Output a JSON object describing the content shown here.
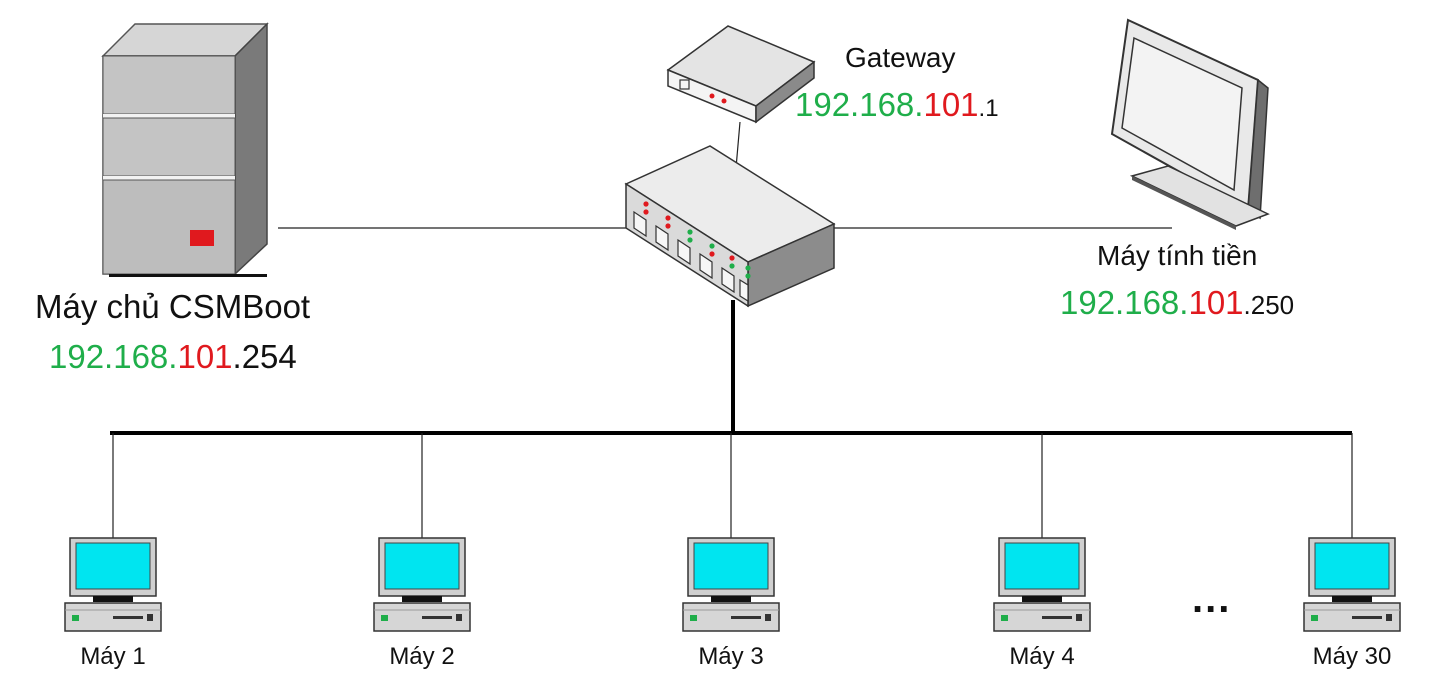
{
  "colors": {
    "network_part": "#1fae4a",
    "subnet_part": "#e0191e",
    "host_part": "#111111",
    "client_screen": "#00e5f0",
    "server_led": "#e0191e"
  },
  "server": {
    "icon": "server-tower-icon",
    "name": "Máy chủ CSMBoot",
    "ip": {
      "net": "192.168.",
      "sub": "101",
      "host": ".254"
    }
  },
  "gateway": {
    "icon": "router-icon",
    "name": "Gateway",
    "ip": {
      "net": "192.168.",
      "sub": "101",
      "host": ".1"
    }
  },
  "switch": {
    "icon": "network-switch-icon"
  },
  "cashier": {
    "icon": "crt-monitor-icon",
    "name": "Máy tính tiền",
    "ip": {
      "net": "192.168.",
      "sub": "101",
      "host": ".250"
    }
  },
  "clients": [
    {
      "icon": "desktop-computer-icon",
      "name": "Máy 1"
    },
    {
      "icon": "desktop-computer-icon",
      "name": "Máy 2"
    },
    {
      "icon": "desktop-computer-icon",
      "name": "Máy 3"
    },
    {
      "icon": "desktop-computer-icon",
      "name": "Máy 4"
    },
    {
      "icon": "desktop-computer-icon",
      "name": "Máy 30"
    }
  ],
  "ellipsis": "..."
}
